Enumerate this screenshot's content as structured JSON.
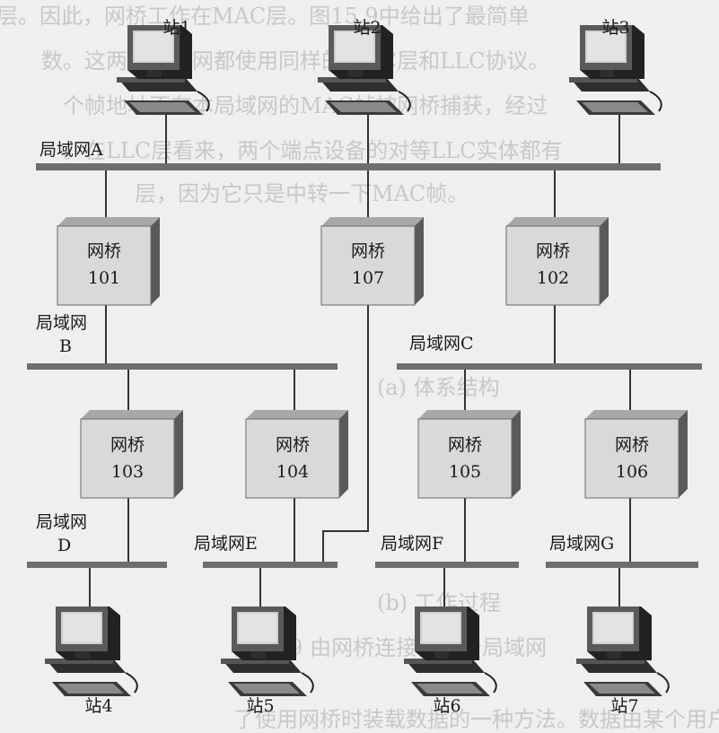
{
  "background_text": {
    "line1": "层。因此，网桥工作在MAC层。图15.9中给出了最简单",
    "line2": "数。这两个局域网都使用同样的MAC层和LLC协议。",
    "line3": "个帧地址不在本局域网的MAC帧被网桥捕获，经过",
    "line4": "。在LLC层看来，两个端点设备的对等LLC实体都有",
    "line5": "层，因为它只是中转一下MAC帧。",
    "line6": "(a) 体系结构",
    "line7": "(b) 工作过程",
    "line8": "图15.9 由网桥连接的两个局域网",
    "line9": "了使用网桥时装载数据的一种方法。数据由某个用户交付给"
  },
  "stations": {
    "s1": "站1",
    "s2": "站2",
    "s3": "站3",
    "s4": "站4",
    "s5": "站5",
    "s6": "站6",
    "s7": "站7"
  },
  "lans": {
    "a": "局域网A",
    "b1": "局域网",
    "b2": "B",
    "c": "局域网C",
    "d1": "局域网",
    "d2": "D",
    "e": "局域网E",
    "f": "局域网F",
    "g": "局域网G"
  },
  "bridges": {
    "name": "网桥",
    "b101": "101",
    "b102": "102",
    "b103": "103",
    "b104": "104",
    "b105": "105",
    "b106": "106",
    "b107": "107"
  }
}
